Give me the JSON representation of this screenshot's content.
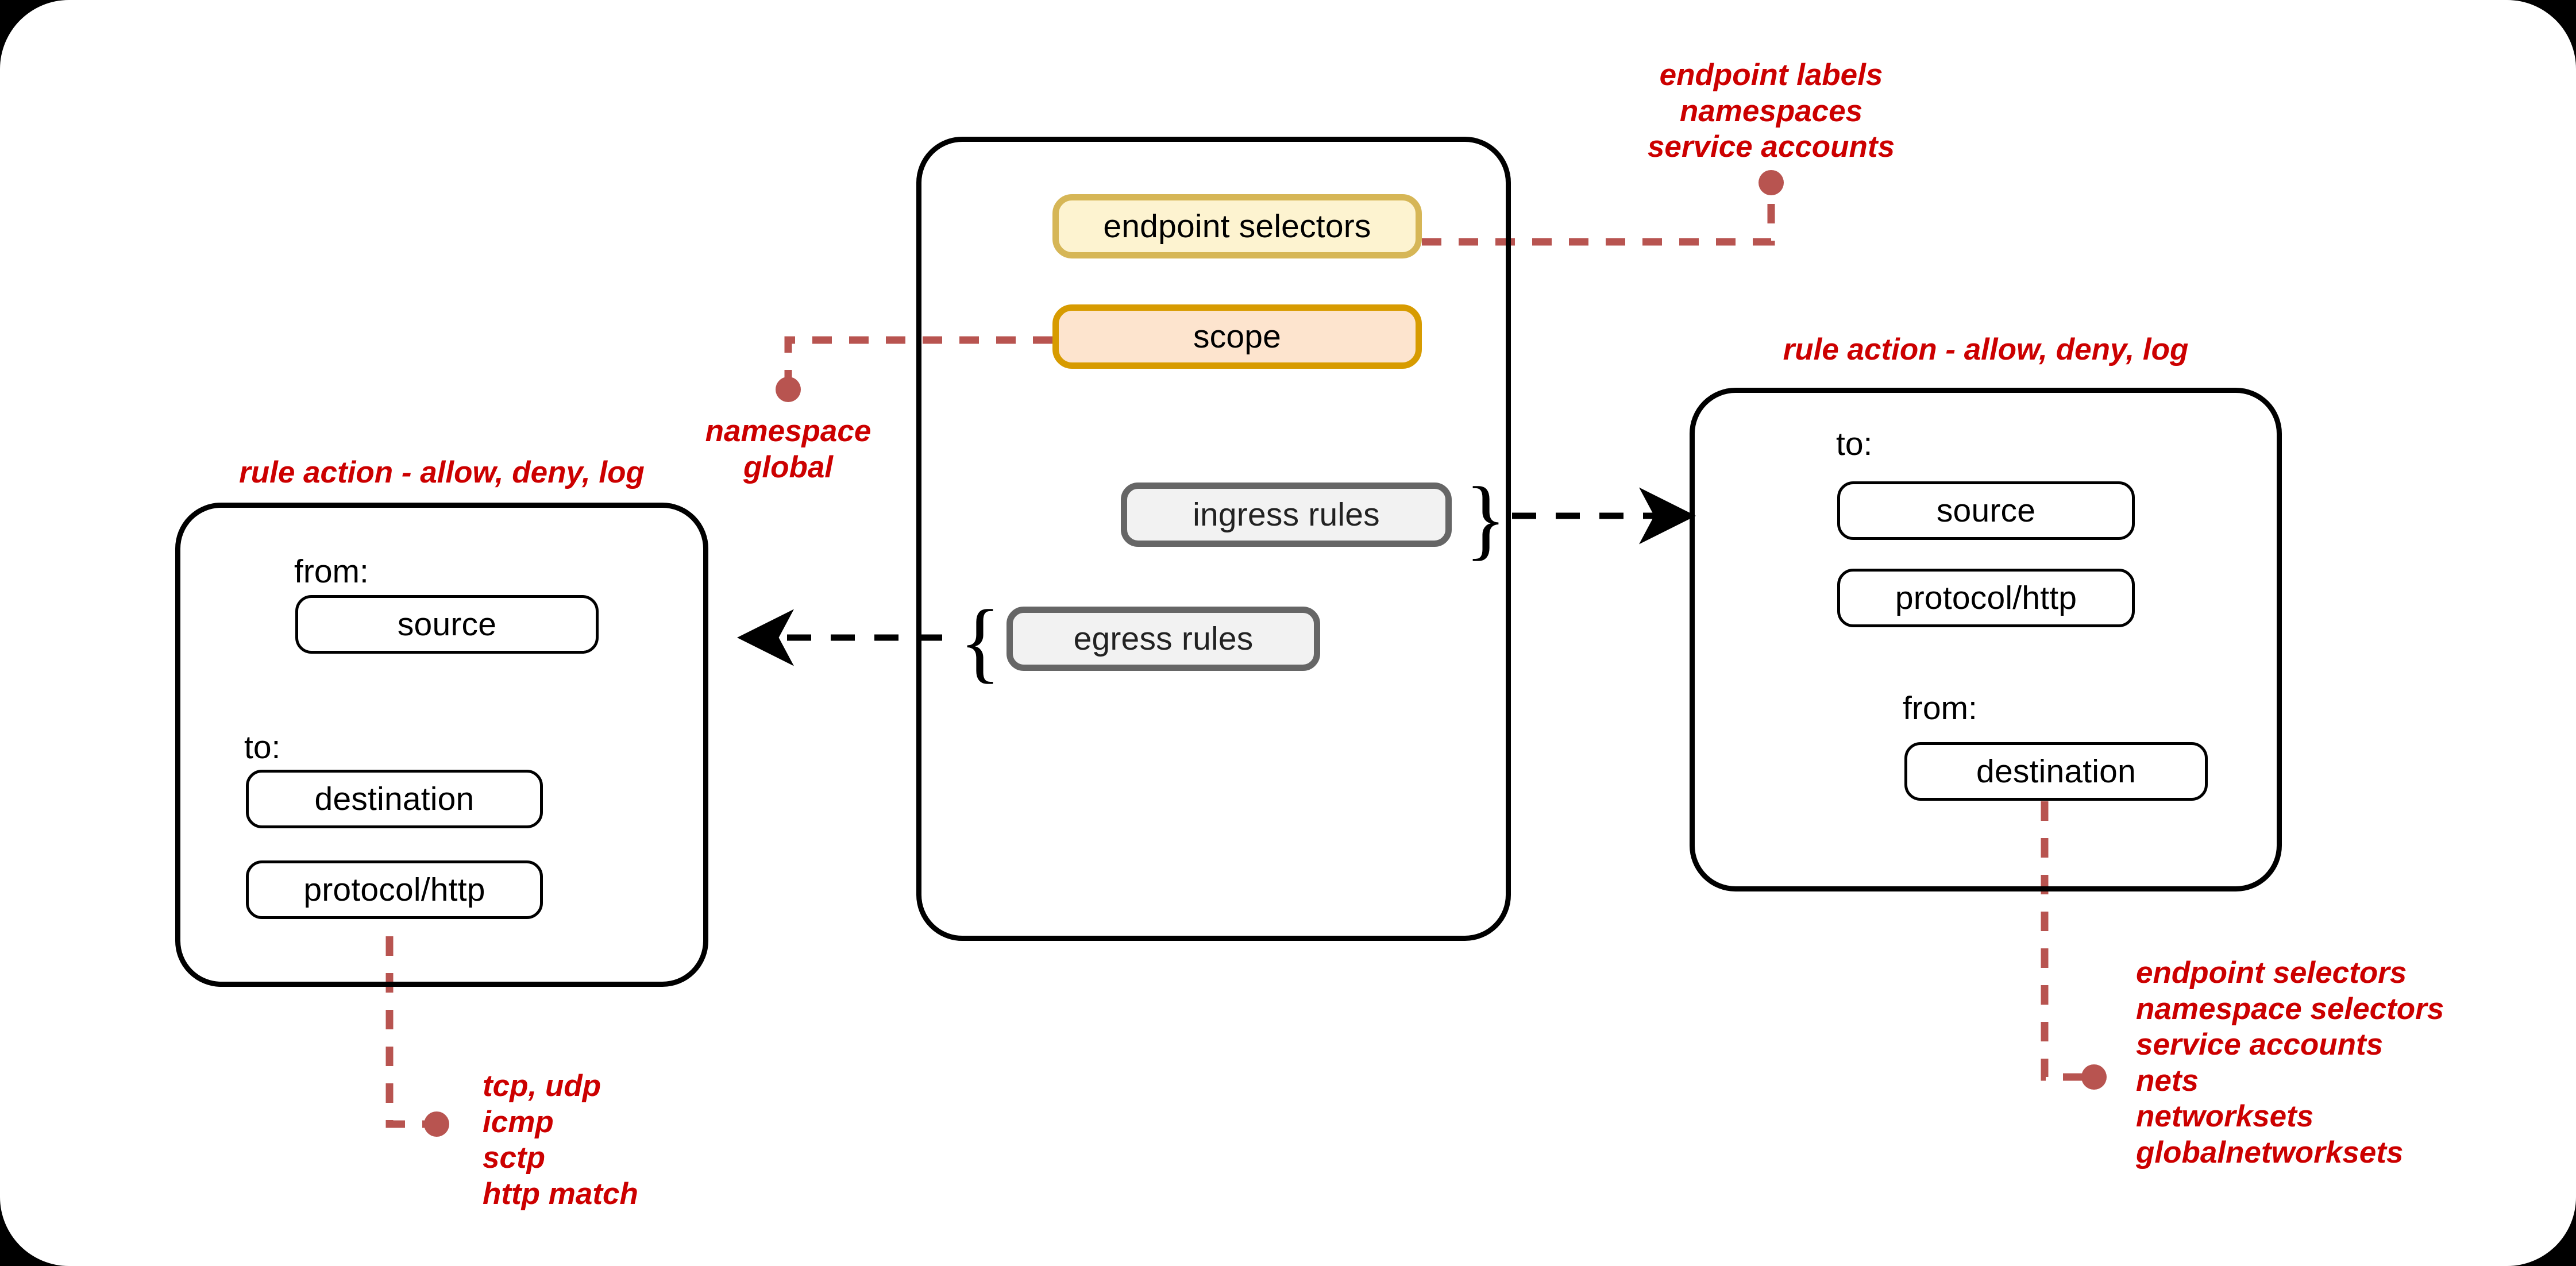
{
  "diagram": {
    "title": "network policy structure",
    "colors": {
      "background": "#000000",
      "canvas": "#ffffff",
      "annotation_red": "#cc0000",
      "leader_red": "#b85450",
      "yellow_fill": "#fdf3d0",
      "yellow_stroke": "#d6b656",
      "orange_fill": "#fde4ce",
      "orange_stroke": "#d79b00",
      "gray_fill": "#f2f2f2",
      "gray_stroke": "#666666",
      "outline_black": "#000000"
    }
  },
  "center_group": {
    "endpoint_selectors": "endpoint selectors",
    "scope": "scope",
    "ingress_rules": "ingress rules",
    "egress_rules": "egress rules",
    "brace_right": "}",
    "brace_left": "{"
  },
  "left_group": {
    "rule_action_label": "rule action - allow, deny, log",
    "from_caption": "from:",
    "source": "source",
    "to_caption": "to:",
    "destination": "destination",
    "protocol": "protocol/http"
  },
  "right_group": {
    "rule_action_label": "rule action - allow, deny, log",
    "to_caption": "to:",
    "source": "source",
    "protocol": "protocol/http",
    "from_caption": "from:",
    "destination": "destination"
  },
  "annotations": {
    "endpoint_selectors_note": "endpoint labels\nnamespaces\nservice accounts",
    "scope_note": "namespace\nglobal",
    "protocol_note": "tcp, udp\nicmp\nsctp\nhttp match",
    "destination_note": "endpoint selectors\nnamespace selectors\nservice accounts\nnets\nnetworksets\nglobalnetworksets"
  }
}
